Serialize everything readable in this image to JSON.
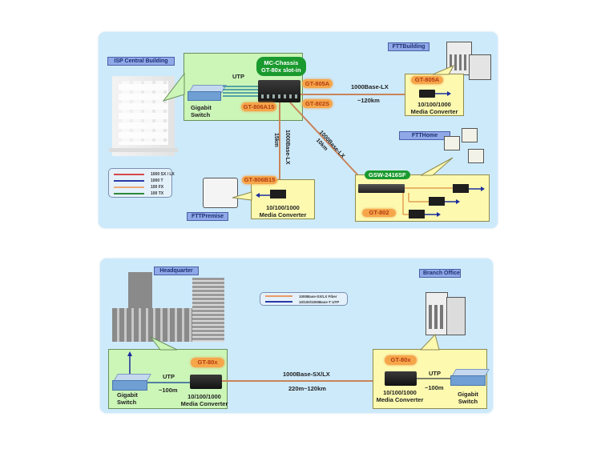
{
  "top_diagram": {
    "locations": {
      "isp": "ISP Central Building",
      "ftt_building": "FTTBuilding",
      "ftt_home": "FTTHome",
      "ftt_premise": "FTTPremise"
    },
    "chassis_label": [
      "MC-Chassis",
      "GT-80x slot-in"
    ],
    "switch_label": [
      "Gigabit",
      "Switch"
    ],
    "utp_label": "UTP",
    "modules": {
      "gt805a_chassis": "GT-805A",
      "gt802s": "GT-802S",
      "gt806a15": "GT-806A15",
      "gt805a_remote": "GT-805A",
      "gt806b15": "GT-806B15",
      "gsw": "GSW-2416SF",
      "gt802": "GT-802"
    },
    "links": {
      "building_type": "1000Base-LX",
      "building_distance": "~120km",
      "premise_type": "1000Base-LX",
      "premise_distance": "15km",
      "home_type": "1000Base-LX",
      "home_distance": "10km"
    },
    "media_converter_label": [
      "10/100/1000",
      "Media Converter"
    ],
    "legend": [
      {
        "label": "1000  SX / LX",
        "color": "#d8474a"
      },
      {
        "label": "1000  T",
        "color": "#2a3aa8"
      },
      {
        "label": "100    FX",
        "color": "#f0a878"
      },
      {
        "label": "100    TX",
        "color": "#2f8a3a"
      }
    ]
  },
  "bottom_diagram": {
    "locations": {
      "hq": "Headquarter",
      "branch": "Branch Office"
    },
    "legend": [
      {
        "label": "1000Base-SX/LX Fiber",
        "color": "#e89a68"
      },
      {
        "label": "10/100/1000Base-T UTP",
        "color": "#2a3aa8"
      }
    ],
    "hq_side": {
      "module": "GT-80x",
      "utp_label": "UTP",
      "utp_distance": "~100m",
      "switch_label": [
        "Gigabit",
        "Switch"
      ],
      "converter_label": [
        "10/100/1000",
        "Media Converter"
      ]
    },
    "link": {
      "type": "1000Base-SX/LX",
      "distance": "220m~120km"
    },
    "branch_side": {
      "module": "GT-80x",
      "utp_label": "UTP",
      "utp_distance": "~100m",
      "switch_label": [
        "Gigabit",
        "Switch"
      ],
      "converter_label": [
        "10/100/1000",
        "Media Converter"
      ]
    }
  }
}
